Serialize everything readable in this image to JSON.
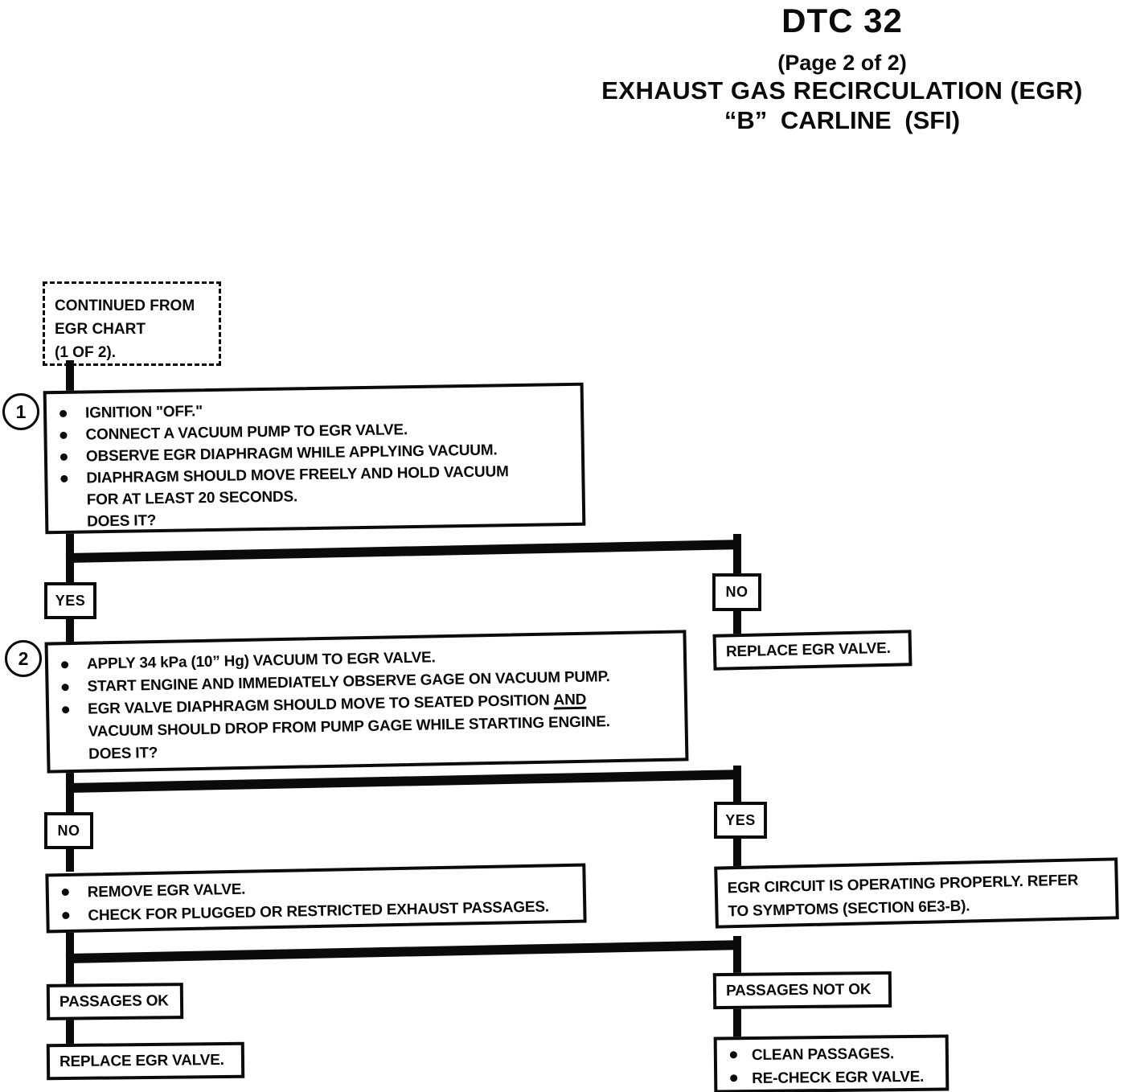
{
  "title": {
    "dtc": "DTC 32",
    "page": "(Page 2 of 2)",
    "system": "EXHAUST GAS RECIRCULATION (EGR)",
    "carline": "“B”  CARLINE  (SFI)"
  },
  "continued_box": {
    "line1": "CONTINUED FROM",
    "line2": "EGR CHART",
    "line3": "(1 OF 2)."
  },
  "step1": {
    "number": "1",
    "bullets": [
      "IGNITION \"OFF.\"",
      "CONNECT A VACUUM PUMP TO EGR VALVE.",
      "OBSERVE EGR DIAPHRAGM WHILE APPLYING VACUUM.",
      "DIAPHRAGM SHOULD MOVE FREELY AND HOLD VACUUM"
    ],
    "continuation": "FOR AT LEAST 20 SECONDS.",
    "question": "DOES IT?"
  },
  "decision1": {
    "yes_label": "YES",
    "no_label": "NO",
    "no_result": "REPLACE EGR VALVE."
  },
  "step2": {
    "number": "2",
    "bullets": [
      "APPLY 34 kPa (10” Hg) VACUUM TO EGR VALVE.",
      "START ENGINE AND IMMEDIATELY OBSERVE GAGE ON VACUUM PUMP."
    ],
    "bullet3_pre": "EGR VALVE DIAPHRAGM SHOULD MOVE TO SEATED POSITION ",
    "bullet3_and": "AND",
    "bullet3_cont": "VACUUM SHOULD DROP FROM PUMP GAGE WHILE STARTING ENGINE.",
    "question": "DOES IT?"
  },
  "decision2": {
    "no_label": "NO",
    "yes_label": "YES",
    "yes_result_line1": "EGR CIRCUIT IS OPERATING PROPERLY.  REFER",
    "yes_result_line2": "TO SYMPTOMS (SECTION 6E3-B)."
  },
  "step3": {
    "bullets": [
      "REMOVE EGR VALVE.",
      "CHECK FOR PLUGGED OR RESTRICTED EXHAUST PASSAGES."
    ]
  },
  "decision3": {
    "ok_label": "PASSAGES OK",
    "not_ok_label": "PASSAGES NOT OK",
    "ok_result": "REPLACE EGR VALVE.",
    "not_ok_bullets": [
      "CLEAN PASSAGES.",
      "RE-CHECK EGR VALVE."
    ]
  },
  "colors": {
    "ink": "#0b0b0b",
    "paper": "#ffffff"
  }
}
